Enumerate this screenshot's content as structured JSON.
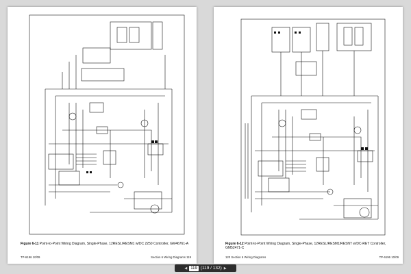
{
  "left_page": {
    "figure_label": "Figure 6-11",
    "caption": "Point-to-Point Wiring Diagram, Single-Phase, 12RESL/RESM1 w/DC 2250 Controller, GM46761-A",
    "footer_left": "TP-6196   10/09",
    "footer_right": "Section 6  Wiring Diagrams   119"
  },
  "right_page": {
    "figure_label": "Figure 6-12",
    "caption": "Point-to-Point Wiring Diagram, Single-Phase, 12RESL/RESM1/RESNT w/DC-RET Controller, GM52471-C",
    "footer_left": "120   Section 6  Wiring Diagrams",
    "footer_right": "TP-6196   10/09"
  },
  "pager": {
    "current": "119",
    "label": "(119 / 132)"
  }
}
